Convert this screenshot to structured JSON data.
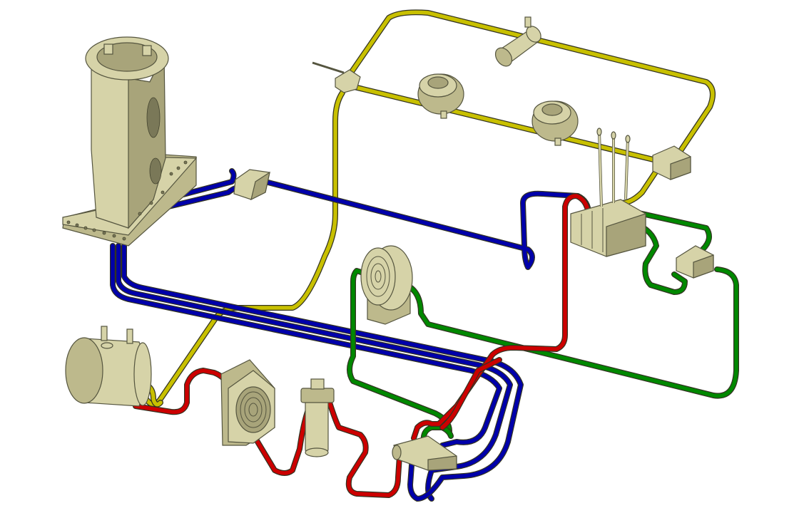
{
  "diagram": {
    "background_color": "#ffffff",
    "component_color": "#d6d3a8",
    "line_colors": {
      "pressure": "#cc0000",
      "return": "#0000aa",
      "work": "#008800",
      "pilot": "#c8c000"
    },
    "components": [
      "base-column",
      "oil-tank",
      "oil-cooler",
      "oil-filter",
      "pump-unit",
      "hose-reel",
      "control-valve-block",
      "manifold-block-right",
      "manifold-block-left",
      "pressure-gauge-upper",
      "pressure-gauge-lower",
      "accumulator",
      "hand-valve",
      "control-levers"
    ]
  }
}
